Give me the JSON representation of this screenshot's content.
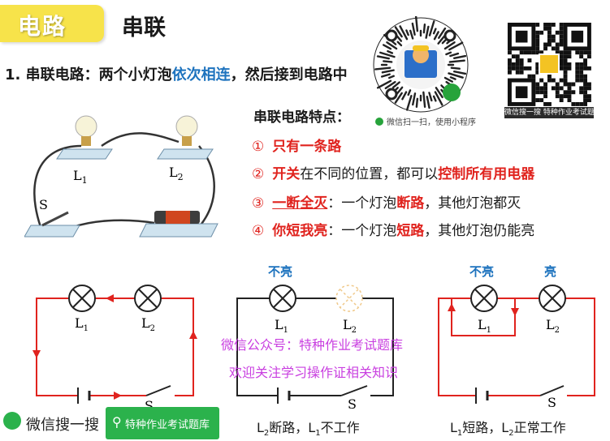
{
  "header": {
    "tab_label": "电路",
    "title": "串联"
  },
  "intro": {
    "prefix": "1. 串联电路：两个小灯泡",
    "highlight": "依次相连",
    "suffix": "，然后接到电路中"
  },
  "features": {
    "title": "串联电路特点：",
    "items": [
      {
        "num": "①",
        "emph": "只有一条路",
        "text": ""
      },
      {
        "num": "②",
        "emph": "开关",
        "text": "在不同的位置，都可以",
        "emph2": "控制所有用电器"
      },
      {
        "num": "③",
        "emph": "一断全灭",
        "text": "：一个灯泡",
        "emph2": "断路",
        "text2": "，其他灯泡都灭"
      },
      {
        "num": "④",
        "emph": "你短我亮",
        "text": "：一个灯泡",
        "emph2": "短路",
        "text2": "，其他灯泡仍能亮"
      }
    ]
  },
  "qr": {
    "mini_caption": "微信扫一扫，使用小程序",
    "qr2_caption": "微信搜一搜  特种作业考试题库"
  },
  "apparatus": {
    "l1": "L",
    "l1_sub": "1",
    "l2": "L",
    "l2_sub": "2",
    "switch": "S"
  },
  "circuits": [
    {
      "l1": "L",
      "l1_sub": "1",
      "l2": "L",
      "l2_sub": "2",
      "switch": "S",
      "caption": ""
    },
    {
      "l1": "L",
      "l1_sub": "1",
      "l2": "L",
      "l2_sub": "2",
      "switch": "S",
      "status_left": "不亮",
      "caption_a": "L",
      "caption_a_sub": "2",
      "caption_mid": "断路，L",
      "caption_b_sub": "1",
      "caption_end": "不工作"
    },
    {
      "l1": "L",
      "l1_sub": "1",
      "l2": "L",
      "l2_sub": "2",
      "switch": "S",
      "status_left": "不亮",
      "status_right": "亮",
      "caption_a": "L",
      "caption_a_sub": "1",
      "caption_mid": "短路，L",
      "caption_b_sub": "2",
      "caption_end": "正常工作"
    }
  ],
  "watermark": {
    "line1": "微信公众号：特种作业考试题库",
    "line2": "欢迎关注学习操作证相关知识"
  },
  "wechat_bar": {
    "label": "微信搜一搜",
    "search_icon": "search-icon",
    "search_text": "特种作业考试题库"
  },
  "colors": {
    "accent_red": "#e0231e",
    "accent_blue": "#1e73be",
    "tab_yellow": "#f7e34a",
    "wechat_green": "#2bb24c",
    "watermark": "#c93fe0"
  }
}
